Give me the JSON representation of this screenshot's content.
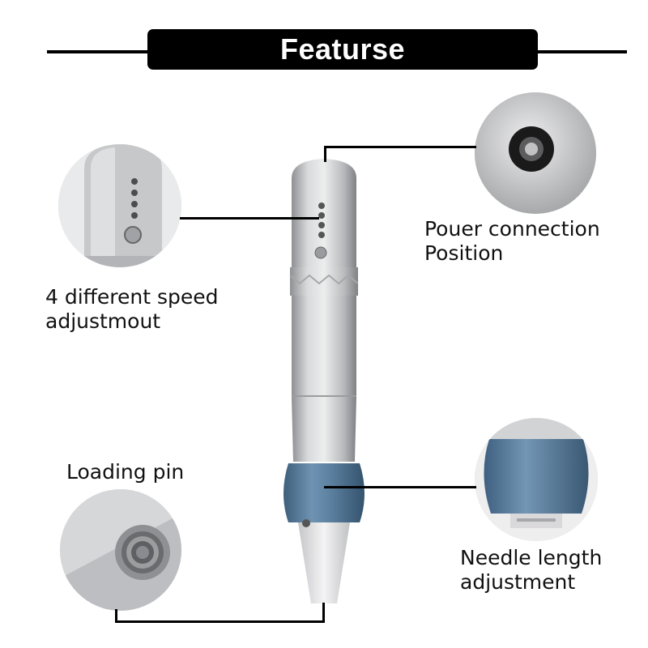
{
  "header": {
    "title": "Featurse"
  },
  "callouts": {
    "speed": {
      "line1": "4 different speed",
      "line2": "adjustmout"
    },
    "power": {
      "line1": "Pouer connection",
      "line2": "Position"
    },
    "loading": {
      "line1": "Loading pin"
    },
    "needle": {
      "line1": "Needle length",
      "line2": "adjustment"
    }
  },
  "colors": {
    "header_bg": "#000000",
    "header_text": "#ffffff",
    "body_silver": "#c9cacc",
    "cap_blue": "#5b7f9e"
  }
}
